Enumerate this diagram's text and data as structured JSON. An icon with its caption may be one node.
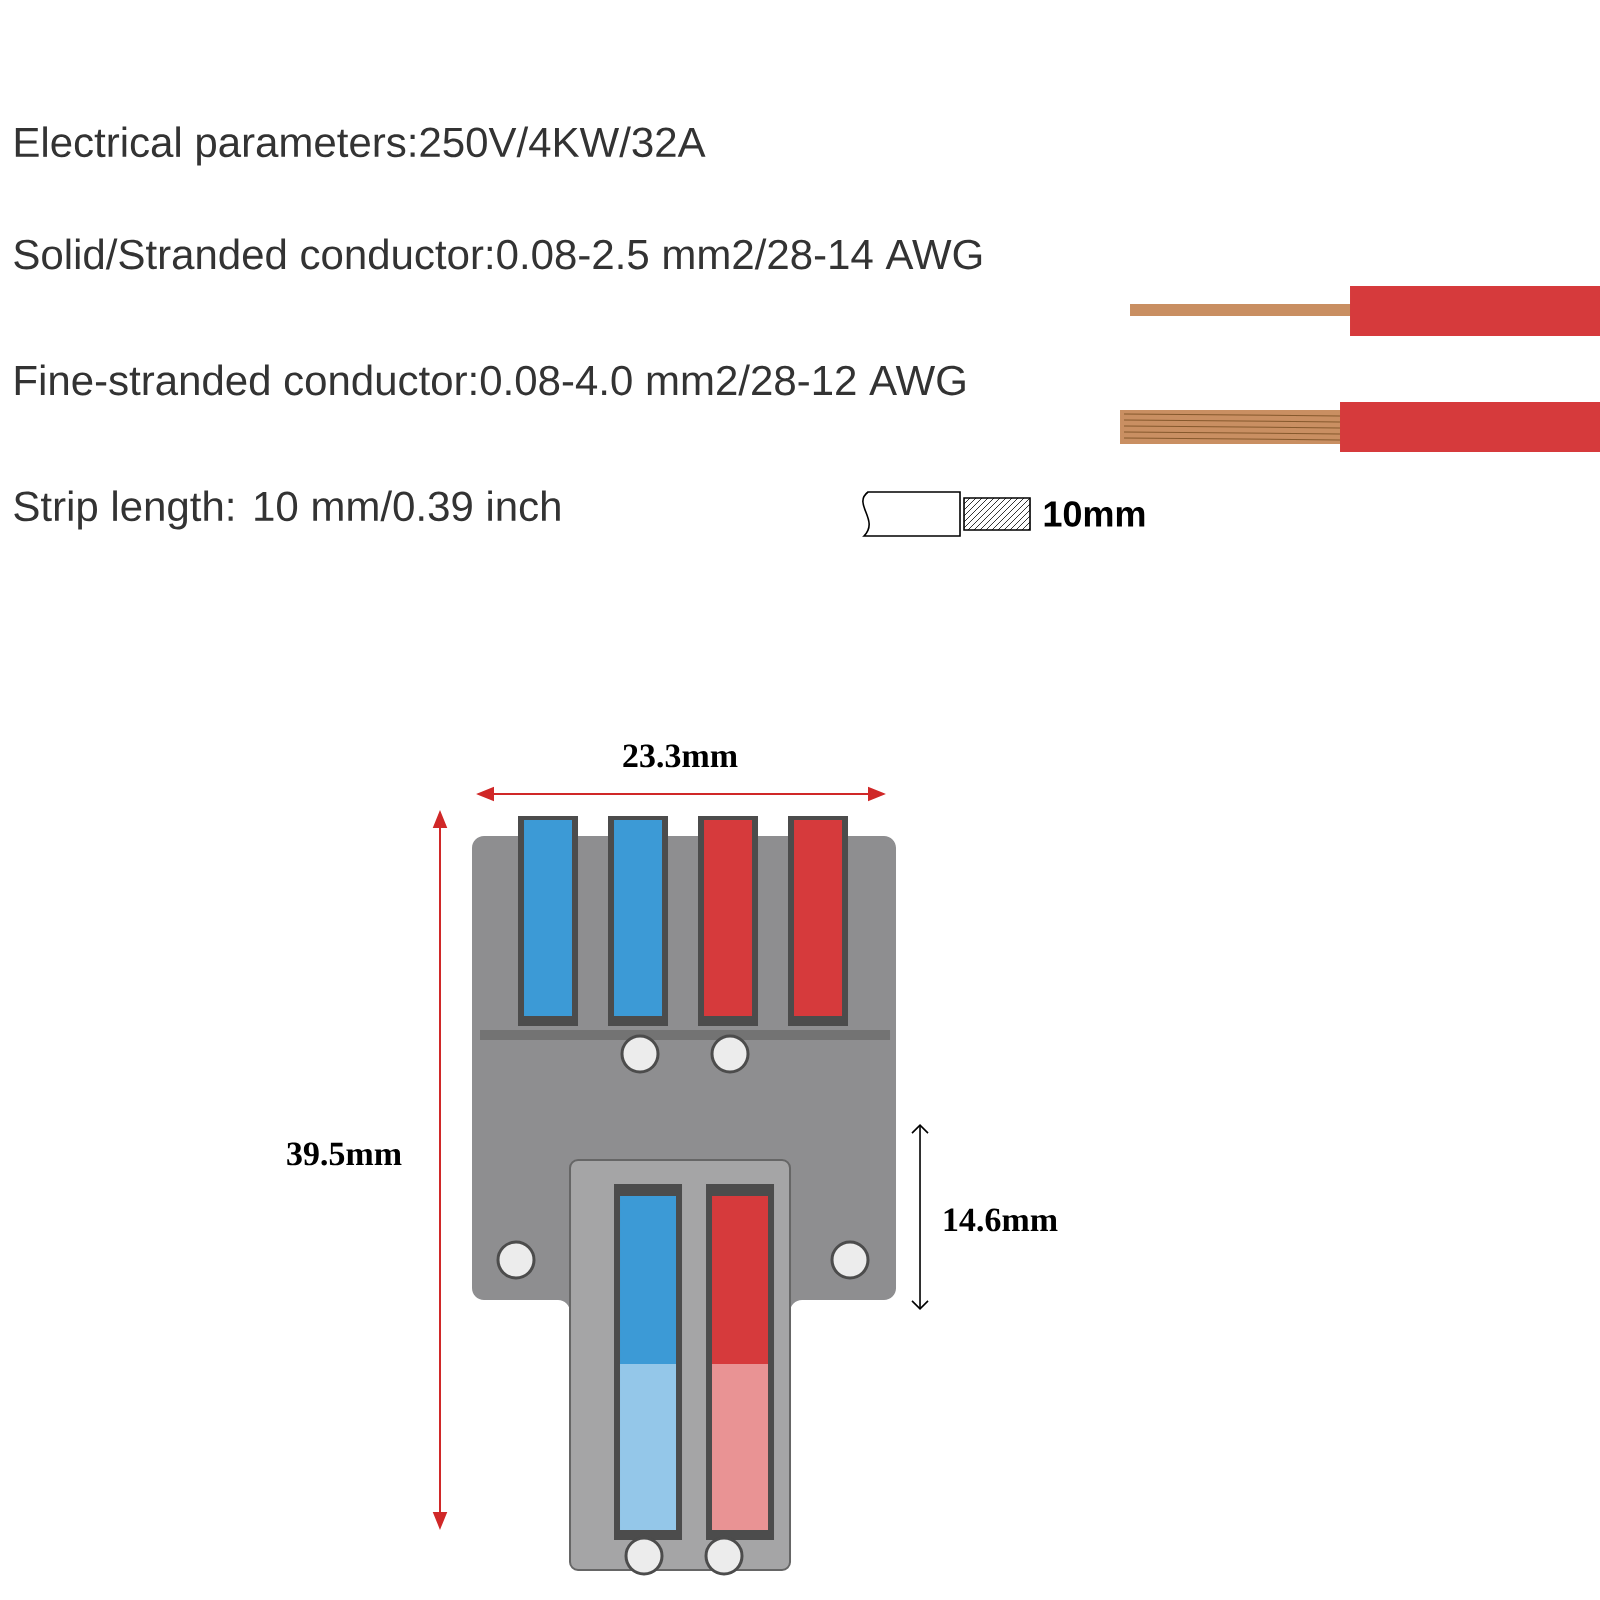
{
  "diagram": {
    "labels": [
      "Electrical parameters:250V/4KW/32A",
      "Solid/Stranded conductor:0.08-2.5 mm2/28-14 AWG",
      "Fine-stranded conductor:0.08-4.0 mm2/28-12 AWG",
      "Strip length: 10 mm/0.39 inch",
      "10mm",
      "23.3mm",
      "39.5mm",
      "14.6mm"
    ]
  }
}
